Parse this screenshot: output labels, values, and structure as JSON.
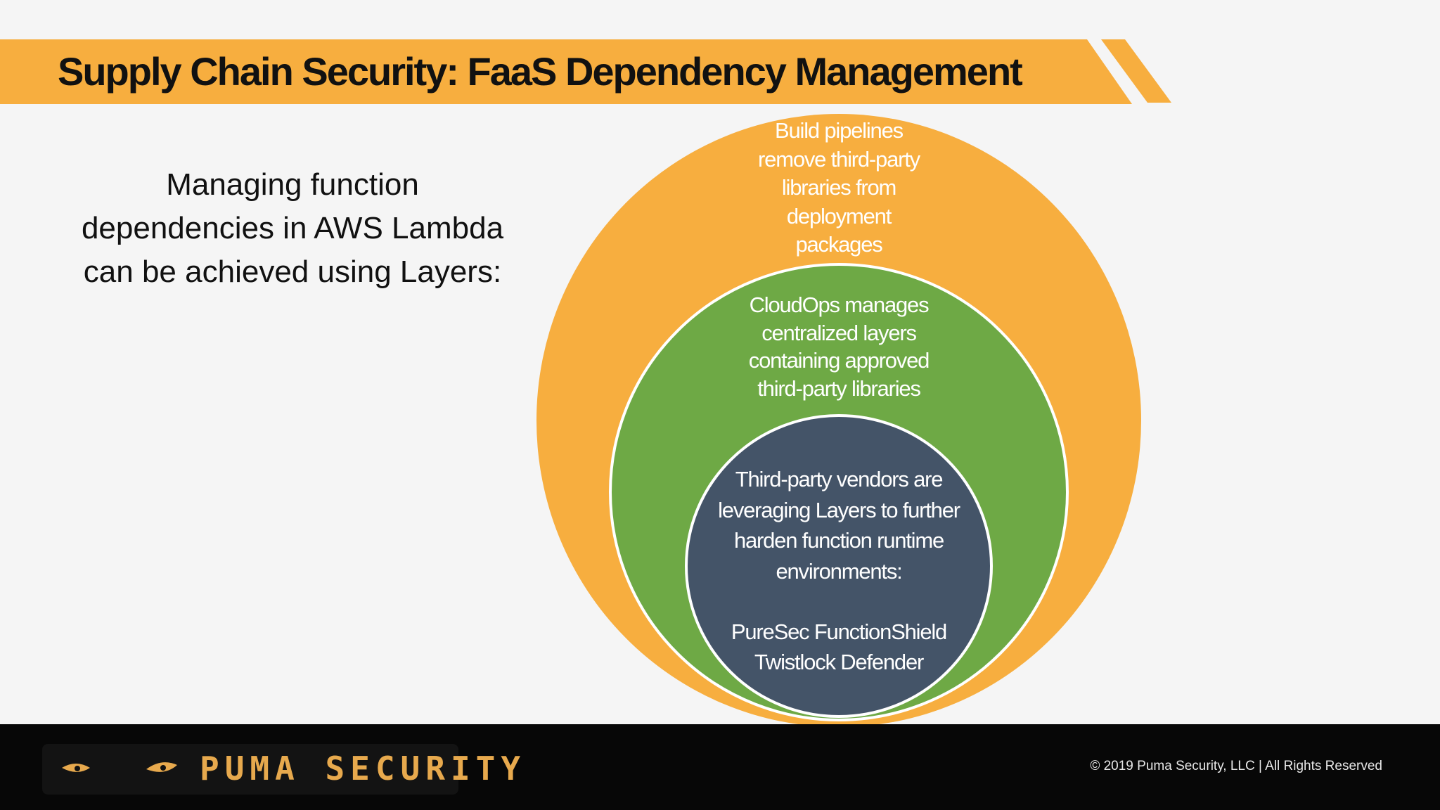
{
  "slide": {
    "title": "Supply Chain Security: FaaS Dependency Management",
    "intro_text": "Managing function\ndependencies in AWS Lambda\ncan be achieved using Layers:"
  },
  "diagram": {
    "outer_circle": {
      "text": "Build pipelines\nremove third-party\nlibraries from\ndeployment\npackages",
      "color": "#f7ae3f"
    },
    "middle_circle": {
      "text": "CloudOps manages\ncentralized layers\ncontaining approved\nthird-party libraries",
      "color": "#6ea945"
    },
    "inner_circle": {
      "text": "Third-party vendors are\nleveraging Layers to further\nharden function runtime\nenvironments:",
      "items": [
        "PureSec FunctionShield",
        "Twistlock Defender"
      ],
      "color": "#445468"
    }
  },
  "footer": {
    "logo_text": "PUMA SECURITY",
    "copyright": "© 2019 Puma Security, LLC |  All Rights Reserved",
    "logo_icon": "puma-eyes-icon"
  },
  "colors": {
    "accent": "#f7ae3f",
    "background": "#f5f5f5",
    "footer": "#070707",
    "logo": "#e7a94d"
  }
}
